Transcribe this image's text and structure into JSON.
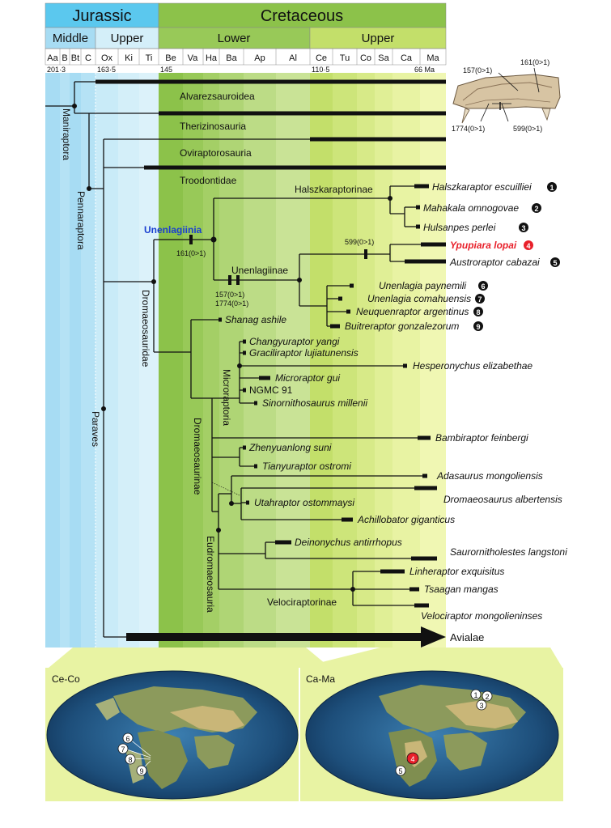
{
  "periods": {
    "jurassic": "Jurassic",
    "cretaceous": "Cretaceous"
  },
  "epochs": {
    "middle": "Middle",
    "upper_j": "Upper",
    "lower": "Lower",
    "upper_k": "Upper"
  },
  "stages": [
    "Aa",
    "B",
    "Bt",
    "C",
    "Ox",
    "Ki",
    "Ti",
    "Be",
    "Va",
    "Ha",
    "Ba",
    "Ap",
    "Al",
    "Ce",
    "Tu",
    "Co",
    "Sa",
    "Ca",
    "Ma"
  ],
  "ages": [
    "201·3",
    "163·5",
    "145",
    "110·5",
    "66 Ma"
  ],
  "clades_horizontal": {
    "alvarezsauroidea": "Alvarezsauroidea",
    "therizinosauria": "Therizinosauria",
    "oviraptorosauria": "Oviraptorosauria",
    "troodontidae": "Troodontidae",
    "halszkaraptorinae": "Halszkaraptorinae",
    "unenlagiinia": "Unenlagiinia",
    "unenlagiinae": "Unenlagiinae",
    "velociraptorinae": "Velociraptorinae",
    "avialae": "Avialae"
  },
  "clades_vertical": {
    "maniraptora": "Maniraptora",
    "pennaraptora": "Pennaraptora",
    "paraves": "Paraves",
    "dromaeosauridae": "Dromaeosauridae",
    "dromaeosaurinae": "Dromaeosaurinae",
    "microraptoria": "Microraptoria",
    "eudromaeosauria": "Eudromaeosauria"
  },
  "characters": {
    "c161": "161(0>1)",
    "c599": "599(0>1)",
    "c157": "157(0>1)",
    "c1774": "1774(0>1)"
  },
  "taxa": {
    "halszkaraptor": "Halszkaraptor escuilliei",
    "mahakala": "Mahakala omnogovae",
    "hulsanpes": "Hulsanpes perlei",
    "ypupiara": "Ypupiara lopai",
    "austroraptor": "Austroraptor cabazai",
    "unenlagia_p": "Unenlagia paynemili",
    "unenlagia_c": "Unenlagia comahuensis",
    "neuquenraptor": "Neuquenraptor argentinus",
    "buitreraptor": "Buitreraptor gonzalezorum",
    "shanag": "Shanag ashile",
    "changyuraptor": "Changyuraptor yangi",
    "graciliraptor": "Graciliraptor lujiatunensis",
    "hesperonychus": "Hesperonychus elizabethae",
    "microraptor": "Microraptor gui",
    "ngmc": "NGMC 91",
    "sinornithosaurus": "Sinornithosaurus millenii",
    "bambiraptor": "Bambiraptor feinbergi",
    "zhenyuanlong": "Zhenyuanlong suni",
    "tianyuraptor": "Tianyuraptor ostromi",
    "adasaurus": "Adasaurus mongoliensis",
    "dromaeosaurus": "Dromaeosaurus albertensis",
    "utahraptor": "Utahraptor ostommaysi",
    "achillobator": "Achillobator giganticus",
    "deinonychus": "Deinonychus antirrhopus",
    "saurornitholestes": "Saurornitholestes langstoni",
    "linheraptor": "Linheraptor exquisitus",
    "tsaagan": "Tsaagan mangas",
    "velociraptor": "Velociraptor mongolieninses"
  },
  "taxon_numbers": [
    "1",
    "2",
    "3",
    "4",
    "5",
    "6",
    "7",
    "8",
    "9"
  ],
  "maps": {
    "left_label": "Ce-Co",
    "right_label": "Ca-Ma"
  },
  "colors": {
    "jurassic": "#5bc8ee",
    "cretaceous": "#8cc24a",
    "highlight_red": "#e8202a",
    "highlight_blue": "#1a3fd0"
  }
}
